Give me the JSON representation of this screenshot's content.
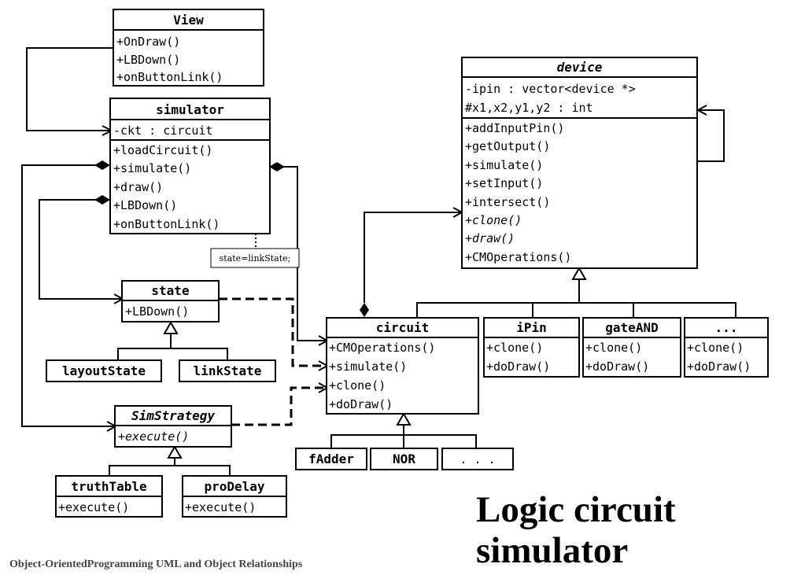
{
  "classes": {
    "view": {
      "name": "View",
      "members": [
        "+OnDraw()",
        "+LBDown()",
        "+onButtonLink()"
      ]
    },
    "simulator": {
      "name": "simulator",
      "attributes": [
        "-ckt : circuit"
      ],
      "members": [
        "+loadCircuit()",
        "+simulate()",
        "+draw()",
        "+LBDown()",
        "+onButtonLink()"
      ]
    },
    "state": {
      "name": "state",
      "members": [
        "+LBDown()"
      ]
    },
    "layoutState": {
      "name": "layoutState"
    },
    "linkState": {
      "name": "linkState"
    },
    "simStrategy": {
      "name": "SimStrategy",
      "members": [
        "+execute()"
      ]
    },
    "truthTable": {
      "name": "truthTable",
      "members": [
        "+execute()"
      ]
    },
    "proDelay": {
      "name": "proDelay",
      "members": [
        "+execute()"
      ]
    },
    "device": {
      "name": "device",
      "attributes": [
        "-ipin : vector<device *>",
        "#x1,x2,y1,y2 : int"
      ],
      "members": [
        "+addInputPin()",
        "+getOutput()",
        "+simulate()",
        "+setInput()",
        "+intersect()",
        "+clone()",
        "+draw()",
        "+CMOperations()"
      ]
    },
    "circuit": {
      "name": "circuit",
      "members": [
        "+CMOperations()",
        "+simulate()",
        "+clone()",
        "+doDraw()"
      ]
    },
    "iPin": {
      "name": "iPin",
      "members": [
        "+clone()",
        "+doDraw()"
      ]
    },
    "gateAND": {
      "name": "gateAND",
      "members": [
        "+clone()",
        "+doDraw()"
      ]
    },
    "more": {
      "name": "...",
      "members": [
        "+clone()",
        "+doDraw()"
      ]
    },
    "fAdder": {
      "name": "fAdder"
    },
    "nor": {
      "name": "NOR"
    },
    "moreSub": {
      "name": ". . ."
    }
  },
  "note": "state=linkState;",
  "title": {
    "line1": "Logic circuit",
    "line2": "simulator"
  },
  "footer": "Object-OrientedProgramming UML and Object Relationships"
}
